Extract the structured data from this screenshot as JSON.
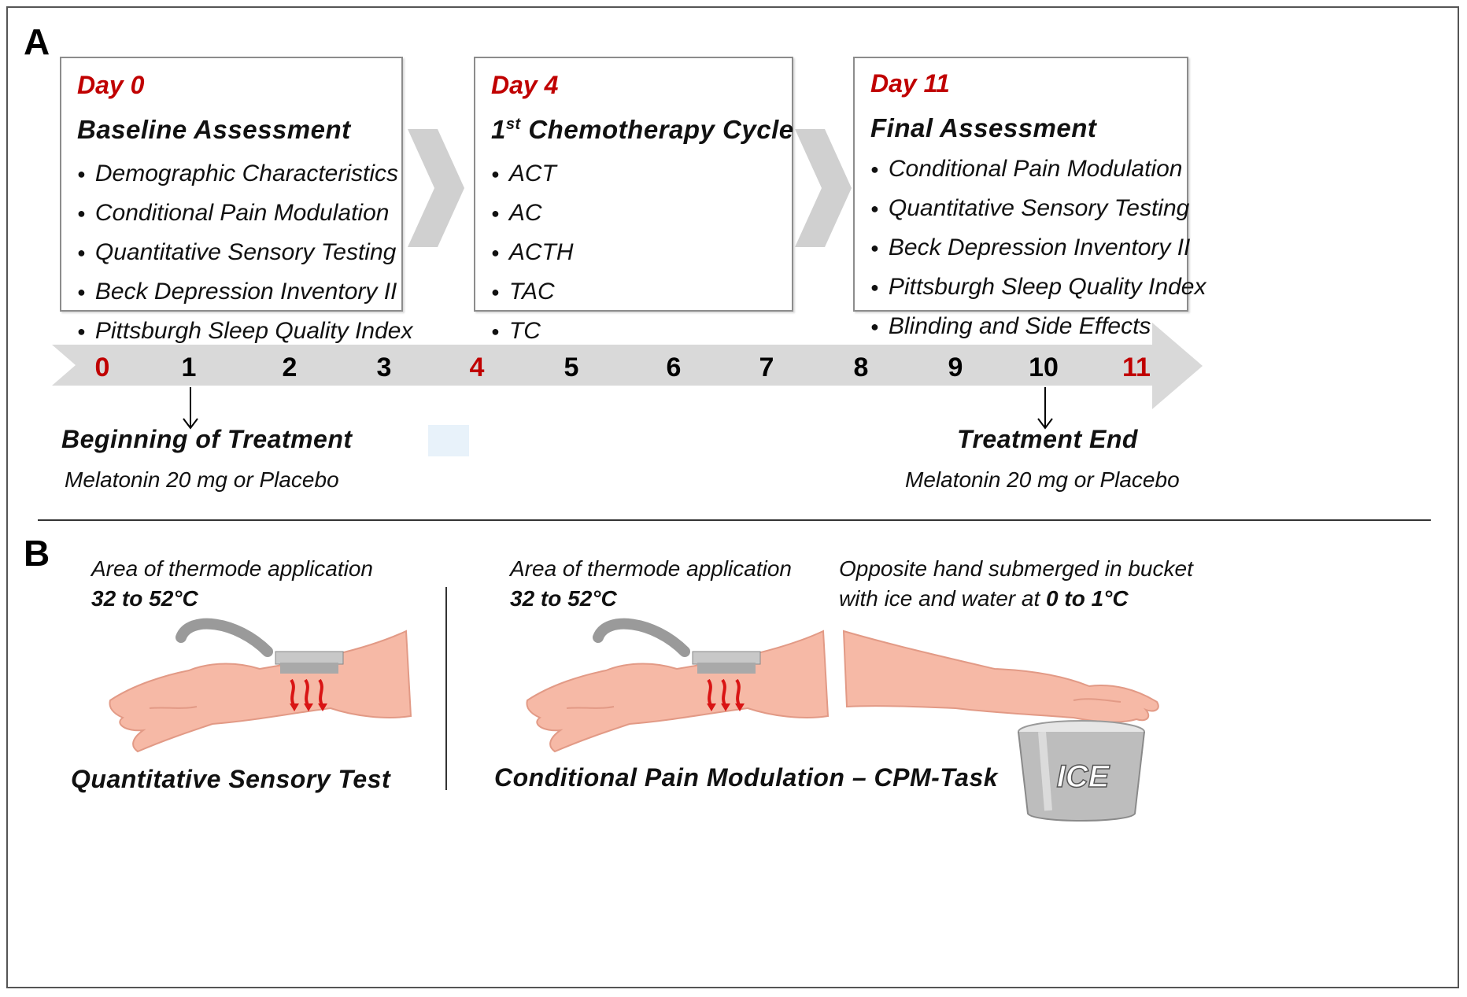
{
  "panel_a": {
    "label": "A",
    "boxes": [
      {
        "day": "Day 0",
        "heading": "Baseline Assessment",
        "items": [
          "Demographic Characteristics",
          "Conditional Pain Modulation",
          "Quantitative Sensory Testing",
          "Beck Depression Inventory II",
          "Pittsburgh Sleep Quality Index"
        ]
      },
      {
        "day": "Day 4",
        "heading_sup": "st",
        "heading_num": "1",
        "heading_rest": " Chemotherapy Cycle",
        "items": [
          "ACT",
          "AC",
          "ACTH",
          "TAC",
          "TC"
        ]
      },
      {
        "day": "Day 11",
        "heading": "Final Assessment",
        "items": [
          "Conditional Pain Modulation",
          "Quantitative Sensory Testing",
          "Beck Depression Inventory II",
          "Pittsburgh Sleep Quality Index",
          "Blinding and Side Effects"
        ]
      }
    ],
    "timeline": {
      "ticks": [
        "0",
        "1",
        "2",
        "3",
        "4",
        "5",
        "6",
        "7",
        "8",
        "9",
        "10",
        "11"
      ],
      "highlighted_ticks": [
        "0",
        "4",
        "11"
      ],
      "start": {
        "title": "Beginning of Treatment",
        "subtitle": "Melatonin 20 mg or Placebo"
      },
      "end": {
        "title": "Treatment End",
        "subtitle": "Melatonin 20 mg or Placebo"
      }
    },
    "colors": {
      "accent_red": "#c00000",
      "arrow_gray": "#d9d9d9",
      "chevron_gray": "#d0d0d0"
    }
  },
  "panel_b": {
    "label": "B",
    "left": {
      "area_line": "Area of thermode application",
      "temp": "32 to 52°C",
      "caption": "Quantitative Sensory Test"
    },
    "right": {
      "area_line": "Area of thermode application",
      "temp": "32 to 52°C",
      "bucket_line1": "Opposite hand submerged in bucket",
      "bucket_line2_pre": "with ice and water at ",
      "bucket_temp": "0 to 1°C",
      "caption": "Conditional Pain Modulation – CPM-Task",
      "bucket_label": "ICE"
    },
    "colors": {
      "skin": "#f6b9a6",
      "skin_shadow": "#e99a85",
      "probe": "#b7b7b7",
      "heat_arrow": "#d91414"
    }
  }
}
